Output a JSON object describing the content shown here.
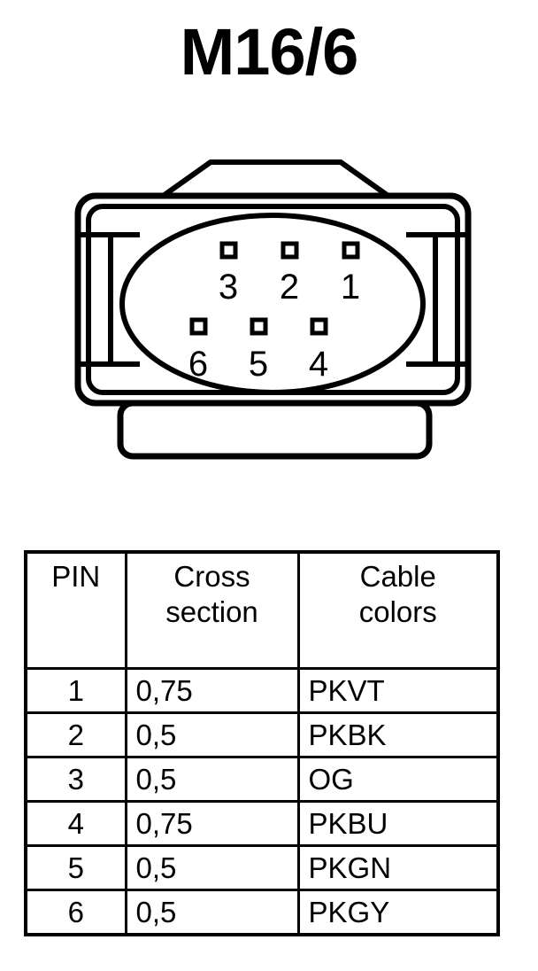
{
  "title": "M16/6",
  "connector": {
    "name": "6-way automotive connector face view",
    "pin_count": 6,
    "pins": [
      {
        "number": "1",
        "row": "top",
        "position": "right"
      },
      {
        "number": "2",
        "row": "top",
        "position": "center"
      },
      {
        "number": "3",
        "row": "top",
        "position": "left"
      },
      {
        "number": "4",
        "row": "bottom",
        "position": "right"
      },
      {
        "number": "5",
        "row": "bottom",
        "position": "center"
      },
      {
        "number": "6",
        "row": "bottom",
        "position": "left"
      }
    ],
    "stroke_color": "#000000",
    "fill_color": "#ffffff"
  },
  "table": {
    "headers": [
      {
        "lines": [
          "PIN"
        ]
      },
      {
        "lines": [
          "Cross",
          "section"
        ]
      },
      {
        "lines": [
          "Cable",
          "colors"
        ]
      }
    ],
    "rows": [
      {
        "pin": "1",
        "cross_section": "0,75",
        "cable_color": "PKVT"
      },
      {
        "pin": "2",
        "cross_section": "0,5",
        "cable_color": "PKBK"
      },
      {
        "pin": "3",
        "cross_section": "0,5",
        "cable_color": "OG"
      },
      {
        "pin": "4",
        "cross_section": "0,75",
        "cable_color": "PKBU"
      },
      {
        "pin": "5",
        "cross_section": "0,5",
        "cable_color": "PKGN"
      },
      {
        "pin": "6",
        "cross_section": "0,5",
        "cable_color": "PKGY"
      }
    ]
  }
}
